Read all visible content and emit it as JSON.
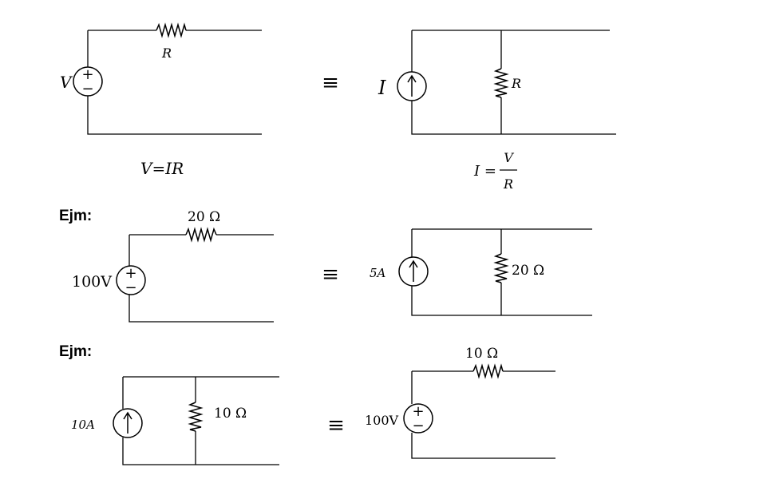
{
  "example_label": "Ejm:",
  "equiv_symbol": "≡",
  "general": {
    "voltage_source": "V",
    "series_resistor": "R",
    "current_source": "I",
    "parallel_resistor": "R",
    "formula_left": "V=IR",
    "formula_right_lhs": "I =",
    "formula_right_num": "V",
    "formula_right_den": "R"
  },
  "example1": {
    "voltage_source": "100V",
    "series_resistor": "20 Ω",
    "current_source": "5A",
    "parallel_resistor": "20 Ω"
  },
  "example2": {
    "current_source": "10A",
    "parallel_resistor": "10 Ω",
    "voltage_source": "100V",
    "series_resistor": "10 Ω"
  },
  "symbols": {
    "plus": "+",
    "minus": "−",
    "arrow": "↑"
  }
}
